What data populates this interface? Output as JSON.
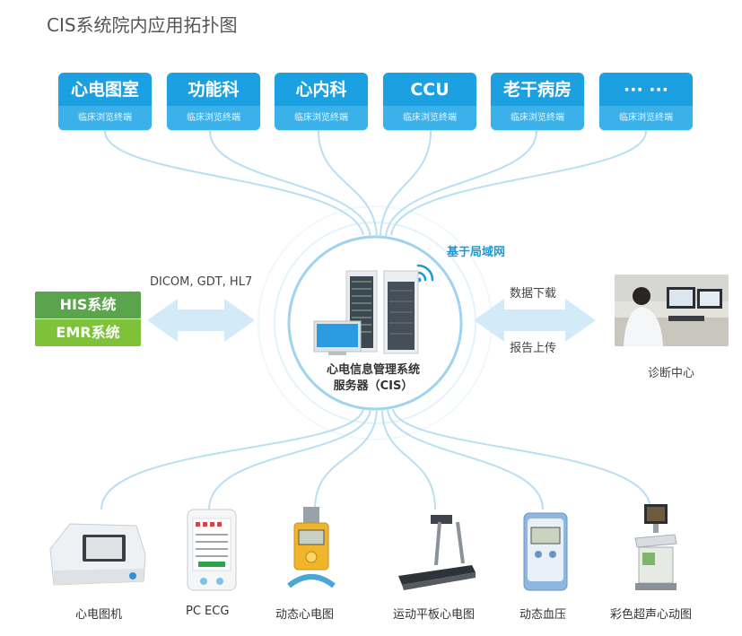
{
  "title": "CIS系统院内应用拓扑图",
  "departments": [
    {
      "name": "心电图室",
      "sub": "临床浏览终端"
    },
    {
      "name": "功能科",
      "sub": "临床浏览终端"
    },
    {
      "name": "心内科",
      "sub": "临床浏览终端"
    },
    {
      "name": "CCU",
      "sub": "临床浏览终端"
    },
    {
      "name": "老干病房",
      "sub": "临床浏览终端"
    },
    {
      "name": "··· ···",
      "sub": "临床浏览终端"
    }
  ],
  "left_system": {
    "his": "HIS系统",
    "emr": "EMR系统",
    "protocols": "DICOM, GDT, HL7"
  },
  "network": "基于局域网",
  "server": {
    "line1": "心电信息管理系统",
    "line2": "服务器（CIS）"
  },
  "right_side": {
    "download": "数据下载",
    "upload": "报告上传",
    "center": "诊断中心"
  },
  "devices": [
    {
      "name": "心电图机",
      "icon": "ecg-machine-icon"
    },
    {
      "name": "PC ECG",
      "icon": "pc-ecg-icon"
    },
    {
      "name": "动态心电图",
      "icon": "holter-icon"
    },
    {
      "name": "运动平板心电图",
      "icon": "treadmill-icon"
    },
    {
      "name": "动态血压",
      "icon": "ambulatory-bp-icon"
    },
    {
      "name": "彩色超声心动图",
      "icon": "ultrasound-icon"
    }
  ],
  "colors": {
    "dept_blue": "#1ba1e2",
    "dept_sub": "#3bb1ea",
    "line": "#b8dff2",
    "his": "#5aa54b",
    "emr": "#7ec23a",
    "arrow": "#d3ebf8"
  }
}
